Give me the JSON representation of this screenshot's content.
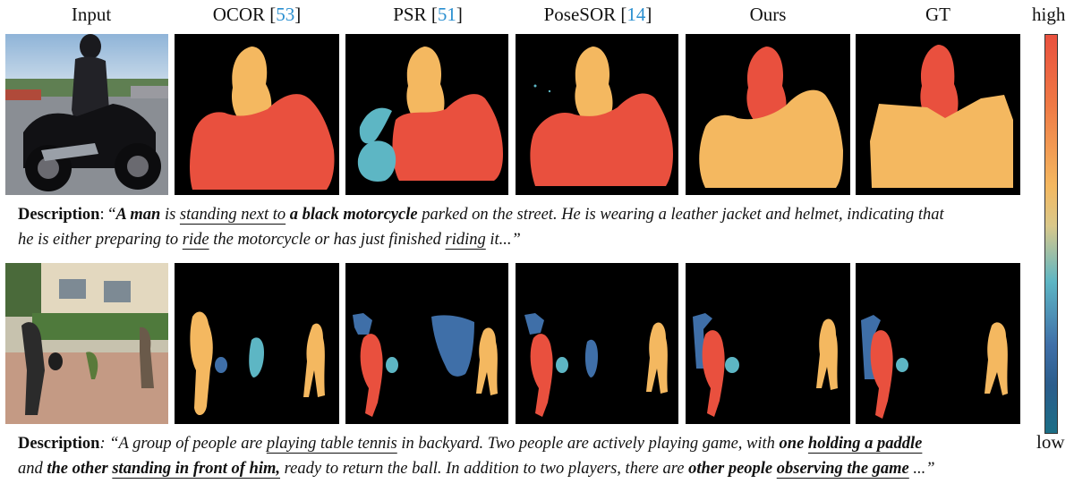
{
  "headers": {
    "input": "Input",
    "ocor": "OCOR",
    "ocor_ref": "53",
    "psr": "PSR",
    "psr_ref": "51",
    "posesor": "PoseSOR",
    "posesor_ref": "14",
    "ours": "Ours",
    "gt": "GT"
  },
  "legend": {
    "high": "high",
    "low": "low"
  },
  "colors": {
    "rank1": "#e9503e",
    "rank2": "#f4b860",
    "rank3": "#5db6c4",
    "rank4": "#3f6fa8",
    "background": "#000000",
    "citation": "#2a8fd0"
  },
  "row1": {
    "description_label": "Description",
    "d1": ": “",
    "d2": "A man",
    "d3": " is ",
    "d4": "standing next to",
    "d5": " ",
    "d6": "a black motorcycle",
    "d7": " parked on the street. He is wearing a leather jacket and helmet, indicating that",
    "d8": "he is either preparing to ",
    "d9": "ride",
    "d10": " the motorcycle or has just finished ",
    "d11": "riding",
    "d12": " it...”"
  },
  "row2": {
    "description_label": "Description",
    "d1": ": “A group of people are ",
    "d2": "playing table tennis",
    "d3": " in backyard. Two people are actively playing game, with ",
    "d4": "one ",
    "d5": "holding a paddle",
    "d6": "and ",
    "d7": "the other",
    "d8": " ",
    "d9": "standing in front of him,",
    "d10": " ready to return the ball. In addition to two players, there are ",
    "d11": "other people",
    "d12": " ",
    "d13": "observing the game",
    "d14": " ...”"
  }
}
